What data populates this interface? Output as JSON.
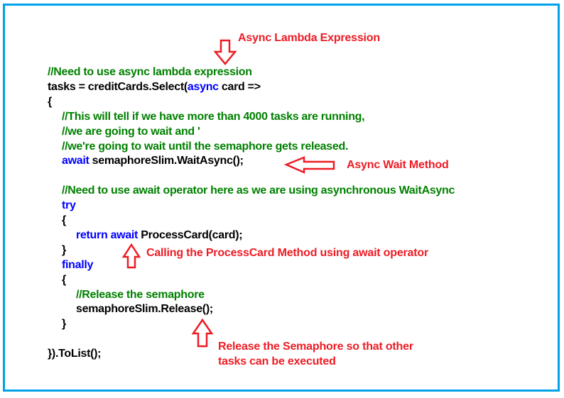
{
  "colors": {
    "border": "#00a2e8",
    "plain": "#000000",
    "keyword": "#0000ff",
    "comment": "#008000",
    "annotation": "#ed1c24"
  },
  "code_lines": [
    {
      "indent": 0,
      "segments": [
        {
          "t": "comment",
          "text": "//Need to use async lambda expression"
        }
      ]
    },
    {
      "indent": 0,
      "segments": [
        {
          "t": "plain",
          "text": "tasks = creditCards.Select("
        },
        {
          "t": "keyword",
          "text": "async"
        },
        {
          "t": "plain",
          "text": " card =>"
        }
      ]
    },
    {
      "indent": 0,
      "segments": [
        {
          "t": "plain",
          "text": "{"
        }
      ]
    },
    {
      "indent": 1,
      "segments": [
        {
          "t": "comment",
          "text": "//This will tell if we have more than 4000 tasks are running,"
        }
      ]
    },
    {
      "indent": 1,
      "segments": [
        {
          "t": "comment",
          "text": "//we are going to wait and '"
        }
      ]
    },
    {
      "indent": 1,
      "segments": [
        {
          "t": "comment",
          "text": "//we're going to wait until the semaphore gets released."
        }
      ]
    },
    {
      "indent": 1,
      "segments": [
        {
          "t": "keyword",
          "text": "await"
        },
        {
          "t": "plain",
          "text": " semaphoreSlim.WaitAsync();"
        }
      ]
    },
    {
      "indent": 1,
      "segments": []
    },
    {
      "indent": 1,
      "segments": [
        {
          "t": "comment",
          "text": "//Need to use await operator here as we are using asynchronous WaitAsync"
        }
      ]
    },
    {
      "indent": 1,
      "segments": [
        {
          "t": "keyword",
          "text": "try"
        }
      ]
    },
    {
      "indent": 1,
      "segments": [
        {
          "t": "plain",
          "text": "{"
        }
      ]
    },
    {
      "indent": 2,
      "segments": [
        {
          "t": "keyword",
          "text": "return await"
        },
        {
          "t": "plain",
          "text": " ProcessCard(card);"
        }
      ]
    },
    {
      "indent": 1,
      "segments": [
        {
          "t": "plain",
          "text": "}"
        }
      ]
    },
    {
      "indent": 1,
      "segments": [
        {
          "t": "keyword",
          "text": "finally"
        }
      ]
    },
    {
      "indent": 1,
      "segments": [
        {
          "t": "plain",
          "text": "{"
        }
      ]
    },
    {
      "indent": 2,
      "segments": [
        {
          "t": "comment",
          "text": "//Release the semaphore"
        }
      ]
    },
    {
      "indent": 2,
      "segments": [
        {
          "t": "plain",
          "text": "semaphoreSlim.Release();"
        }
      ]
    },
    {
      "indent": 1,
      "segments": [
        {
          "t": "plain",
          "text": "}"
        }
      ]
    },
    {
      "indent": 0,
      "segments": []
    },
    {
      "indent": 0,
      "segments": [
        {
          "t": "plain",
          "text": "}).ToList();"
        }
      ]
    }
  ],
  "annotations": {
    "async_lambda": "Async Lambda Expression",
    "async_wait": "Async Wait Method",
    "process_card": "Calling the ProcessCard Method using await operator",
    "release_line1": "Release the Semaphore so that other",
    "release_line2": "tasks can be executed"
  },
  "arrows": [
    {
      "name": "down-arrow",
      "direction": "down",
      "points_to": "async"
    },
    {
      "name": "left-arrow",
      "direction": "left",
      "points_to": "semaphoreSlim.WaitAsync();"
    },
    {
      "name": "up-arrow",
      "direction": "up",
      "points_to": "await"
    },
    {
      "name": "up-arrow",
      "direction": "up",
      "points_to": "semaphoreSlim.Release();"
    }
  ]
}
